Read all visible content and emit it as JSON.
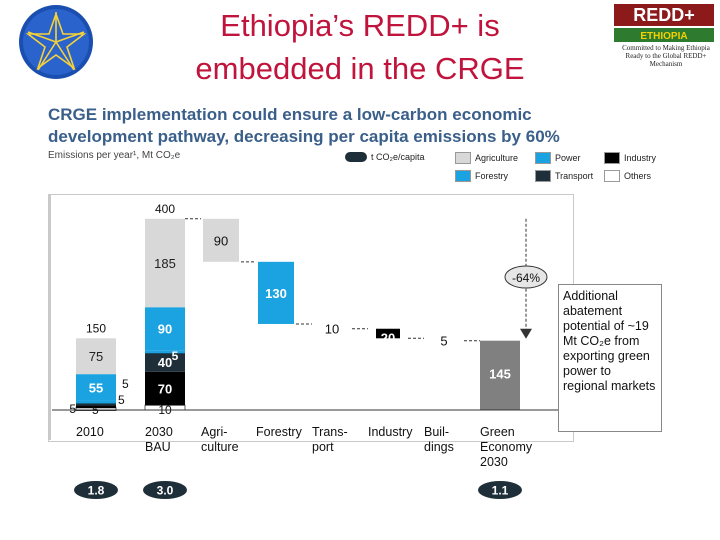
{
  "slide": {
    "title_line1": "Ethiopia’s REDD+ is",
    "title_line2": "embedded in the CRGE",
    "logo": {
      "main": "REDD+",
      "sub": "ETHIOPIA",
      "tagline": "Committed to Making Ethiopia Ready to the Global REDD+ Mechanism"
    },
    "subtitle_line1": "CRGE implementation could ensure a low-carbon economic",
    "subtitle_line2": "development pathway, decreasing per capita emissions by 60%",
    "units": "Emissions per year¹, Mt CO₂e",
    "note": "Additional abatement potential of ~19 Mt CO₂e from exporting green power to regional markets"
  },
  "colors": {
    "agriculture": "#d8d8d8",
    "forestry": "#1aa3e0",
    "power": "#1aa3e0",
    "transport": "#1f2f3a",
    "industry": "#000000",
    "others": "#ffffff",
    "green_economy": "#808080",
    "title": "#c0143c",
    "subtitle": "#3a5f8a"
  },
  "legend": [
    {
      "label": "t CO₂e/capita",
      "key": "capita"
    },
    {
      "label": "Agriculture",
      "key": "agriculture"
    },
    {
      "label": "Power",
      "key": "power"
    },
    {
      "label": "Industry",
      "key": "industry"
    },
    {
      "label": "Forestry",
      "key": "forestry"
    },
    {
      "label": "Transport",
      "key": "transport"
    },
    {
      "label": "Others",
      "key": "others"
    }
  ],
  "chart_data": {
    "type": "bar",
    "title": "CRGE implementation could ensure a low-carbon economic development pathway, decreasing per capita emissions by 60%",
    "ylabel": "Emissions per year¹, Mt CO₂e",
    "ylim": [
      0,
      400
    ],
    "categories": [
      "2010",
      "2030 BAU",
      "Agri- culture",
      "Forestry",
      "Trans- port",
      "Industry",
      "Buil- dings",
      "Green Economy 2030"
    ],
    "category_lines": [
      [
        "2010"
      ],
      [
        "2030",
        "BAU"
      ],
      [
        "Agri-",
        "culture"
      ],
      [
        "Forestry"
      ],
      [
        "Trans-",
        "port"
      ],
      [
        "Industry"
      ],
      [
        "Buil-",
        "dings"
      ],
      [
        "Green",
        "Economy",
        "2030"
      ]
    ],
    "stacked_bars": [
      {
        "category": "2010",
        "total": 150,
        "segments": [
          {
            "sector": "Others",
            "value": 5
          },
          {
            "sector": "Industry",
            "value": 5
          },
          {
            "sector": "Transport",
            "value": 5
          },
          {
            "sector": "Power",
            "value": 5
          },
          {
            "sector": "Forestry",
            "value": 55
          },
          {
            "sector": "Agriculture",
            "value": 75
          }
        ]
      },
      {
        "category": "2030 BAU",
        "total": 400,
        "segments": [
          {
            "sector": "Others",
            "value": 10
          },
          {
            "sector": "Industry",
            "value": 70
          },
          {
            "sector": "Transport",
            "value": 40
          },
          {
            "sector": "Power",
            "value": 5
          },
          {
            "sector": "Forestry",
            "value": 90
          },
          {
            "sector": "Agriculture",
            "value": 185
          }
        ]
      }
    ],
    "abatements": [
      {
        "category": "Agri- culture",
        "value": 90
      },
      {
        "category": "Forestry",
        "value": 130
      },
      {
        "category": "Trans- port",
        "value": 10
      },
      {
        "category": "Industry",
        "value": 20
      },
      {
        "category": "Buil- dings",
        "value": 5
      }
    ],
    "result": {
      "category": "Green Economy 2030",
      "value": 145
    },
    "reduction_label": "-64%",
    "per_capita": [
      {
        "category": "2010",
        "value": 1.8
      },
      {
        "category": "2030 BAU",
        "value": 3.0
      },
      {
        "category": "Green Economy 2030",
        "value": 1.1
      }
    ],
    "small_labels_2010": [
      "5",
      "5",
      "5",
      "5"
    ],
    "small_labels_bau": [
      "5",
      "10"
    ]
  }
}
